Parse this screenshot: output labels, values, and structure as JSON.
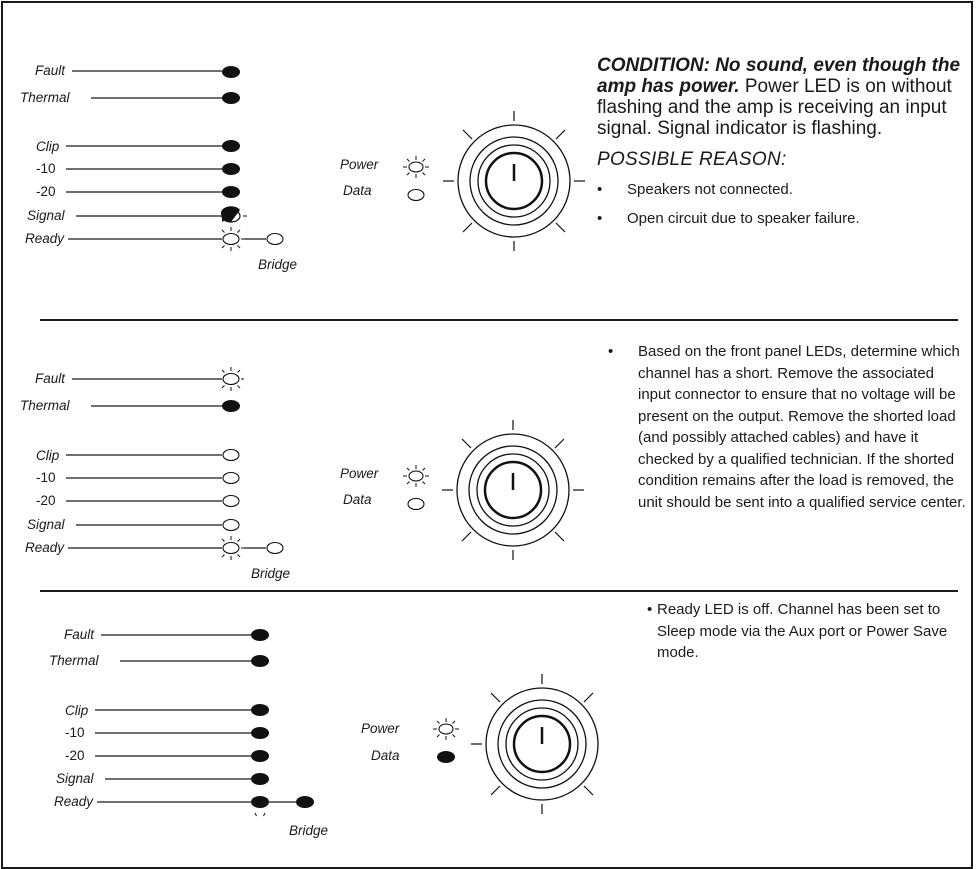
{
  "panel_labels": {
    "fault": "Fault",
    "thermal": "Thermal",
    "clip": "Clip",
    "minus10": "-10",
    "minus20": "-20",
    "signal": "Signal",
    "ready": "Ready",
    "bridge": "Bridge",
    "power": "Power",
    "data": "Data"
  },
  "panels": [
    {
      "leds": {
        "fault": "on",
        "thermal": "on",
        "clip": "on",
        "minus10": "on",
        "minus20": "on",
        "signal": "flashing",
        "ready": "lit",
        "bridge": "off",
        "power": "lit",
        "data": "off"
      }
    },
    {
      "leds": {
        "fault": "lit",
        "thermal": "on",
        "clip": "off",
        "minus10": "off",
        "minus20": "off",
        "signal": "off",
        "ready": "lit",
        "bridge": "off",
        "power": "lit",
        "data": "off"
      }
    },
    {
      "leds": {
        "fault": "on",
        "thermal": "on",
        "clip": "on",
        "minus10": "on",
        "minus20": "on",
        "signal": "on",
        "ready": "on",
        "bridge": "on",
        "power": "lit",
        "data": "on"
      }
    }
  ],
  "section1": {
    "condition_heading": "CONDITION: No sound, even though the amp has power.",
    "condition_body": "Power LED is on without flashing and the amp is receiving an input signal. Signal indicator is flashing.",
    "reason_heading": "POSSIBLE REASON:",
    "bullets": [
      "Speakers not connected.",
      "Open circuit due to speaker failure."
    ]
  },
  "section2": {
    "bullet": "Based on the front panel LEDs, determine which channel has a short.  Remove the associated input connector to ensure that no voltage will be present on the output.  Remove the shorted load (and possibly attached cables) and have it checked by a qualified technician.  If the shorted condition remains after the load is removed, the unit should be sent into a qualified service center."
  },
  "section3": {
    "bullet": "Ready LED is off. Channel has been set to Sleep mode via the Aux port or Power Save mode."
  }
}
